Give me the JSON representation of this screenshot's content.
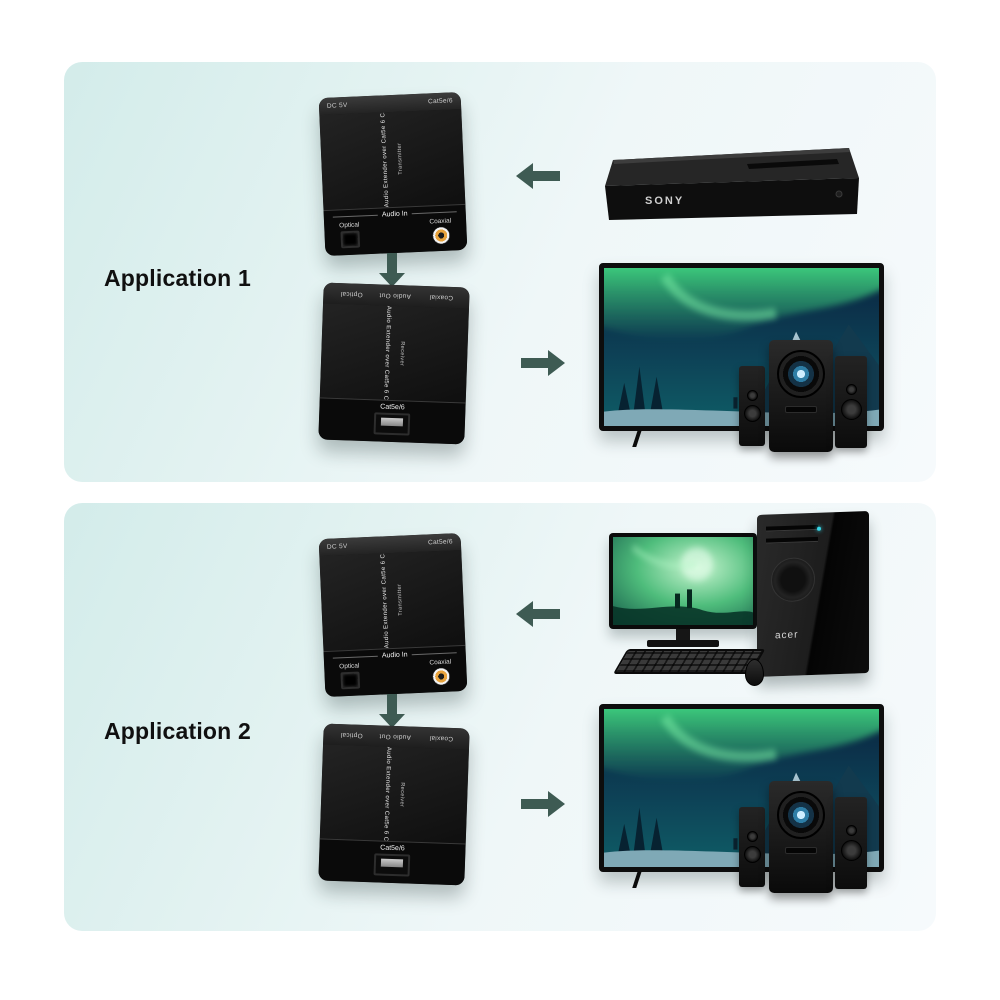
{
  "panels": [
    {
      "label": "Application 1",
      "source": "blu-ray-player"
    },
    {
      "label": "Application 2",
      "source": "desktop-computer"
    }
  ],
  "device": {
    "name": "Audio Extender over Cat5e 6 Cable",
    "transmitter": "Transmitter",
    "receiver": "Receiver",
    "audio_in": "Audio In",
    "audio_out": "Audio Out",
    "optical": "Optical",
    "coaxial": "Coaxial",
    "dc_label": "DC 5V",
    "cat_label": "Cat5e/6"
  },
  "sources": {
    "sony": {
      "brand": "SONY"
    },
    "computer": {
      "brand": "acer"
    }
  },
  "colors": {
    "arrow": "#3e5b53",
    "panel_gradient_start": "#d3ecea",
    "panel_gradient_end": "#f6fafc",
    "aurora_green": "#45e887",
    "coaxial_yellow": "#e8a33d",
    "subwoofer_glow": "#2e7ea6"
  }
}
